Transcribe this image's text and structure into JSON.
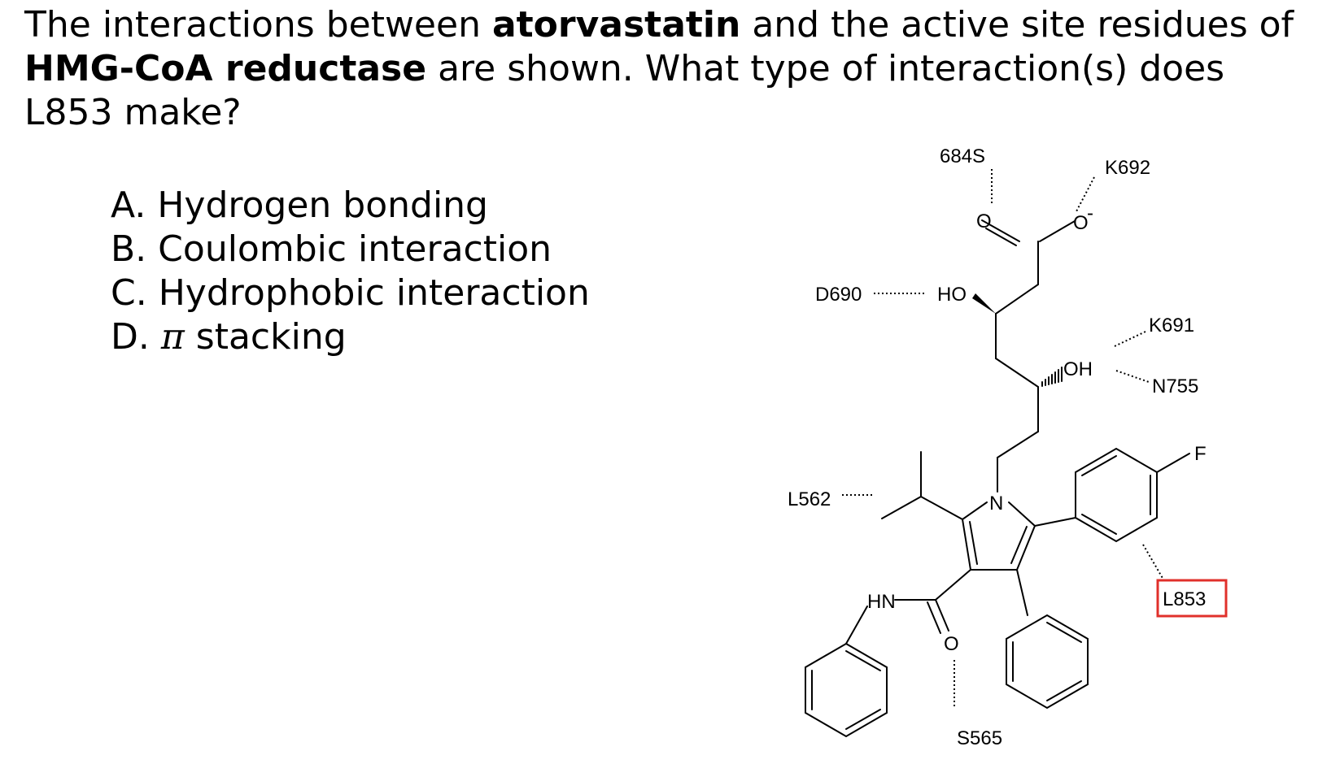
{
  "question": {
    "part1": "The interactions between ",
    "drug": "atorvastatin",
    "part2": " and the active site residues of ",
    "enzyme": "HMG-CoA reductase",
    "part3": " are shown. What type of interaction(s) does L853 make?"
  },
  "options": [
    {
      "letter": "A.",
      "text": "Hydrogen bonding"
    },
    {
      "letter": "B.",
      "text": "Coulombic interaction"
    },
    {
      "letter": "C.",
      "text": "Hydrophobic interaction"
    },
    {
      "letter": "D.",
      "text": "stacking",
      "symbol": "π"
    }
  ],
  "diagram": {
    "residues": {
      "s684": "684S",
      "k692": "K692",
      "d690": "D690",
      "k691": "K691",
      "n755": "N755",
      "l562": "L562",
      "s565": "S565",
      "l853": "L853"
    },
    "atoms": {
      "carbonyl_o": "O",
      "carboxylate_o": "O",
      "charge": "-",
      "hydroxyl_ho": "HO",
      "hydroxyl_oh": "OH",
      "pyrrole_n": "N",
      "fluorine": "F",
      "amide_hn": "HN",
      "amide_o": "O"
    },
    "highlight_color": "#e0302b"
  }
}
